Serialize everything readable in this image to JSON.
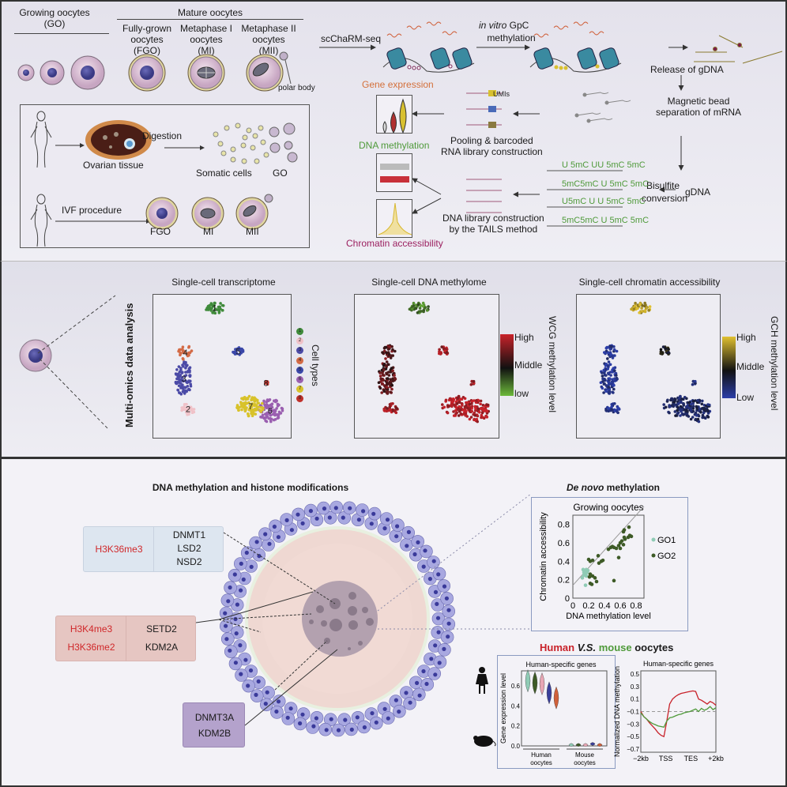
{
  "top": {
    "growing_header": "Growing oocytes\n(GO)",
    "mature_header": "Mature oocytes",
    "stages": [
      {
        "label": "Fully-grown\noocytes\n(FGO)"
      },
      {
        "label": "Metaphase I\noocytes\n(MI)"
      },
      {
        "label": "Metaphase II\noocytes\n(MII)"
      }
    ],
    "polar_body": "polar body",
    "sampling": {
      "digestion": "Digestion",
      "ovarian_tissue": "Ovarian tissue",
      "somatic_cells": "Somatic cells",
      "go": "GO",
      "ivf": "IVF procedure",
      "fgo": "FGO",
      "mi": "MI",
      "mii": "MII"
    },
    "workflow": {
      "scharm": "scChaRM-seq",
      "invitro_italic": "in vitro",
      "invitro_rest": " GpC",
      "invitro_line2": "methylation",
      "release": "Release of gDNA",
      "magnetic": "Magnetic bead\nseparation of mRNA",
      "umis": "UMIs",
      "pooling": "Pooling & barcoded\nRNA library construction",
      "gene_expression": "Gene expression",
      "dna_methylation": "DNA methylation",
      "chromatin_accessibility": "Chromatin accessibility",
      "bisulfite": "Bisulfite",
      "conversion": "conversion",
      "gdna": "gDNA",
      "dna_library": "DNA library construction\nby the TAILS method",
      "bisulfite_seqs": [
        "U 5mC UU 5mC 5mC",
        "5mC5mC U 5mC 5mC",
        "U5mC U U 5mC 5mC",
        "5mC5mC U 5mC 5mC"
      ]
    },
    "colors": {
      "gene_expression": "#d4703a",
      "dna_methylation": "#4f9a3a",
      "chromatin_accessibility": "#9b2060"
    }
  },
  "mid": {
    "side_label": "Multi-omics data analysis",
    "plots": [
      {
        "title": "Single-cell transcriptome"
      },
      {
        "title": "Single-cell DNA methylome",
        "scale_label": "WCG methylation level",
        "ticks": [
          "High",
          "Middle",
          "low"
        ],
        "colors": [
          "#c8222a",
          "#111111",
          "#6cb83a"
        ]
      },
      {
        "title": "Single-cell chromatin accessibility",
        "scale_label": "GCH methylation level",
        "ticks": [
          "High",
          "Middle",
          "Low"
        ],
        "colors": [
          "#e0c030",
          "#111111",
          "#2c3ea8"
        ]
      }
    ],
    "cell_types_label": "Cell types",
    "cell_types": [
      {
        "id": "1",
        "color": "#3f8a3a"
      },
      {
        "id": "2",
        "color": "#f0c2c8"
      },
      {
        "id": "3",
        "color": "#4b4aa6"
      },
      {
        "id": "4",
        "color": "#d36a45"
      },
      {
        "id": "5",
        "color": "#3a47a8"
      },
      {
        "id": "6",
        "color": "#9a5fb0"
      },
      {
        "id": "7",
        "color": "#d8c22a"
      },
      {
        "id": "8",
        "color": "#c0302a"
      }
    ]
  },
  "bottom": {
    "title": "DNA methylation and histone modifications",
    "box1": {
      "marks": [
        "H3K36me3"
      ],
      "enzymes": [
        "DNMT1",
        "LSD2",
        "NSD2"
      ]
    },
    "box2": {
      "marks": [
        "H3K4me3",
        "H3K36me2"
      ],
      "enzymes": [
        "SETD2",
        "KDM2A"
      ]
    },
    "box3": {
      "enzymes": [
        "DNMT3A",
        "KDM2B"
      ]
    },
    "denovo_italic": "De novo",
    "denovo_rest": " methylation",
    "comparison": {
      "human": "Human",
      "vs": "V.S.",
      "mouse": "mouse",
      "oocytes": "oocytes"
    }
  },
  "chart_data": [
    {
      "type": "scatter",
      "title": "Growing oocytes",
      "xlabel": "DNA methylation level",
      "ylabel": "Chromatin accessibility",
      "xlim": [
        0,
        0.9
      ],
      "ylim": [
        0,
        0.9
      ],
      "xticks": [
        "0",
        "0.2",
        "0.4",
        "0.6",
        "0.8"
      ],
      "yticks": [
        "0",
        "0.2",
        "0.4",
        "0.6",
        "0.8"
      ],
      "legend": "right",
      "trendline": {
        "intercept": 0.14,
        "slope": 0.95
      },
      "series": [
        {
          "name": "GO1",
          "color": "#8fcbb5",
          "points": [
            [
              0.12,
              0.22
            ],
            [
              0.14,
              0.25
            ],
            [
              0.15,
              0.27
            ],
            [
              0.16,
              0.29
            ],
            [
              0.17,
              0.31
            ],
            [
              0.15,
              0.3
            ],
            [
              0.16,
              0.26
            ],
            [
              0.18,
              0.28
            ],
            [
              0.14,
              0.28
            ],
            [
              0.17,
              0.24
            ],
            [
              0.19,
              0.3
            ],
            [
              0.13,
              0.31
            ],
            [
              0.16,
              0.14
            ]
          ]
        },
        {
          "name": "GO2",
          "color": "#3d5a26",
          "points": [
            [
              0.2,
              0.42
            ],
            [
              0.22,
              0.4
            ],
            [
              0.25,
              0.41
            ],
            [
              0.22,
              0.26
            ],
            [
              0.21,
              0.23
            ],
            [
              0.25,
              0.24
            ],
            [
              0.28,
              0.22
            ],
            [
              0.3,
              0.18
            ],
            [
              0.22,
              0.16
            ],
            [
              0.24,
              0.15
            ],
            [
              0.32,
              0.46
            ],
            [
              0.33,
              0.38
            ],
            [
              0.36,
              0.4
            ],
            [
              0.38,
              0.41
            ],
            [
              0.45,
              0.53
            ],
            [
              0.48,
              0.55
            ],
            [
              0.5,
              0.56
            ],
            [
              0.52,
              0.55
            ],
            [
              0.55,
              0.54
            ],
            [
              0.58,
              0.57
            ],
            [
              0.6,
              0.6
            ],
            [
              0.62,
              0.62
            ],
            [
              0.6,
              0.54
            ],
            [
              0.64,
              0.58
            ],
            [
              0.66,
              0.64
            ],
            [
              0.65,
              0.66
            ],
            [
              0.7,
              0.66
            ],
            [
              0.72,
              0.68
            ],
            [
              0.74,
              0.67
            ],
            [
              0.65,
              0.74
            ],
            [
              0.64,
              0.72
            ],
            [
              0.71,
              0.77
            ],
            [
              0.58,
              0.44
            ],
            [
              0.52,
              0.19
            ]
          ]
        }
      ]
    },
    {
      "type": "violin",
      "title": "Human-specific genes",
      "ylabel": "Gene expression level",
      "yticks": [
        "0.0",
        "0.2",
        "0.4",
        "0.6"
      ],
      "ylim": [
        0,
        0.75
      ],
      "categories": [
        "Human oocytes",
        "Mouse oocytes"
      ],
      "series": [
        {
          "group": "Human oocytes",
          "medians": [
            0.65,
            0.63,
            0.62,
            0.53,
            0.48
          ],
          "colors": [
            "#8fcbb5",
            "#3d5a26",
            "#e8a6b4",
            "#3a3f9a",
            "#d0603a"
          ]
        },
        {
          "group": "Mouse oocytes",
          "medians": [
            0.01,
            0.01,
            0.01,
            0.02,
            0.01
          ],
          "colors": [
            "#8fcbb5",
            "#3d5a26",
            "#e8a6b4",
            "#3a3f9a",
            "#d0603a"
          ]
        }
      ]
    },
    {
      "type": "line",
      "title": "Human-specific genes",
      "ylabel": "Normalized DNA methylation",
      "xticks": [
        "−2kb",
        "TSS",
        "TES",
        "+2kb"
      ],
      "yticks": [
        "0.5",
        "0.3",
        "0.1",
        "−0.1",
        "−0.3",
        "−0.5",
        "−0.7"
      ],
      "ylim": [
        -0.75,
        0.55
      ],
      "reference_line": -0.1,
      "series": [
        {
          "name": "Human",
          "color": "#c8222a",
          "values": [
            -0.1,
            -0.18,
            -0.22,
            -0.28,
            -0.33,
            -0.38,
            -0.44,
            -0.48,
            -0.5,
            -0.25,
            0.02,
            0.1,
            0.14,
            0.17,
            0.19,
            0.2,
            0.21,
            0.22,
            0.23,
            0.22,
            0.1,
            0.08,
            0.05,
            0.02,
            0.06,
            0.04,
            0.0
          ]
        },
        {
          "name": "Mouse",
          "color": "#4f9a3a",
          "values": [
            -0.12,
            -0.18,
            -0.22,
            -0.26,
            -0.29,
            -0.31,
            -0.33,
            -0.34,
            -0.35,
            -0.25,
            -0.2,
            -0.19,
            -0.17,
            -0.15,
            -0.14,
            -0.12,
            -0.11,
            -0.1,
            -0.08,
            -0.06,
            -0.1,
            -0.05,
            -0.08,
            -0.06,
            -0.02,
            -0.07,
            -0.04
          ]
        }
      ]
    }
  ]
}
